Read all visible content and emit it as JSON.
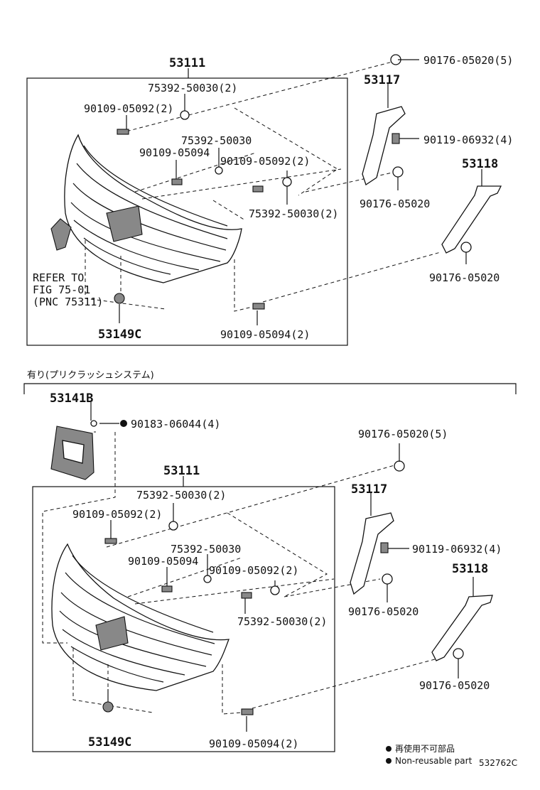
{
  "top": {
    "grille_label": "53111",
    "part_53117": "53117",
    "part_53118": "53118",
    "pn_clip_5": "90176-05020(5)",
    "pn_bolt_4": "90119-06932(4)",
    "pn_clip_a": "90176-05020",
    "pn_clip_b": "90176-05020",
    "pn_nut_2a": "75392-50030(2)",
    "pn_screw_2a": "90109-05092(2)",
    "pn_nut_1": "75392-50030",
    "pn_screw_1": "90109-05094",
    "pn_screw_2b": "90109-05092(2)",
    "pn_nut_2b": "75392-50030(2)",
    "pn_screw_bottom": "90109-05094(2)",
    "clip_label": "53149C",
    "refer_1": "REFER TO",
    "refer_2": "FIG 75-01",
    "refer_3": "(PNC 75311)"
  },
  "section_note": "有り(プリクラッシュシステム)",
  "bottom": {
    "emblem_label": "53141B",
    "pn_emblem_nut": "90183-06044(4)",
    "grille_label": "53111",
    "part_53117": "53117",
    "part_53118": "53118",
    "pn_clip_5": "90176-05020(5)",
    "pn_bolt_4": "90119-06932(4)",
    "pn_clip_a": "90176-05020",
    "pn_clip_b": "90176-05020",
    "pn_nut_2a": "75392-50030(2)",
    "pn_screw_2a": "90109-05092(2)",
    "pn_nut_1": "75392-50030",
    "pn_screw_1": "90109-05094",
    "pn_screw_2b": "90109-05092(2)",
    "pn_nut_2b": "75392-50030(2)",
    "pn_screw_bottom": "90109-05094(2)",
    "clip_label": "53149C"
  },
  "legend": {
    "jp": "再使用不可部品",
    "en": "Non-reusable part"
  },
  "figure_id": "532762C"
}
